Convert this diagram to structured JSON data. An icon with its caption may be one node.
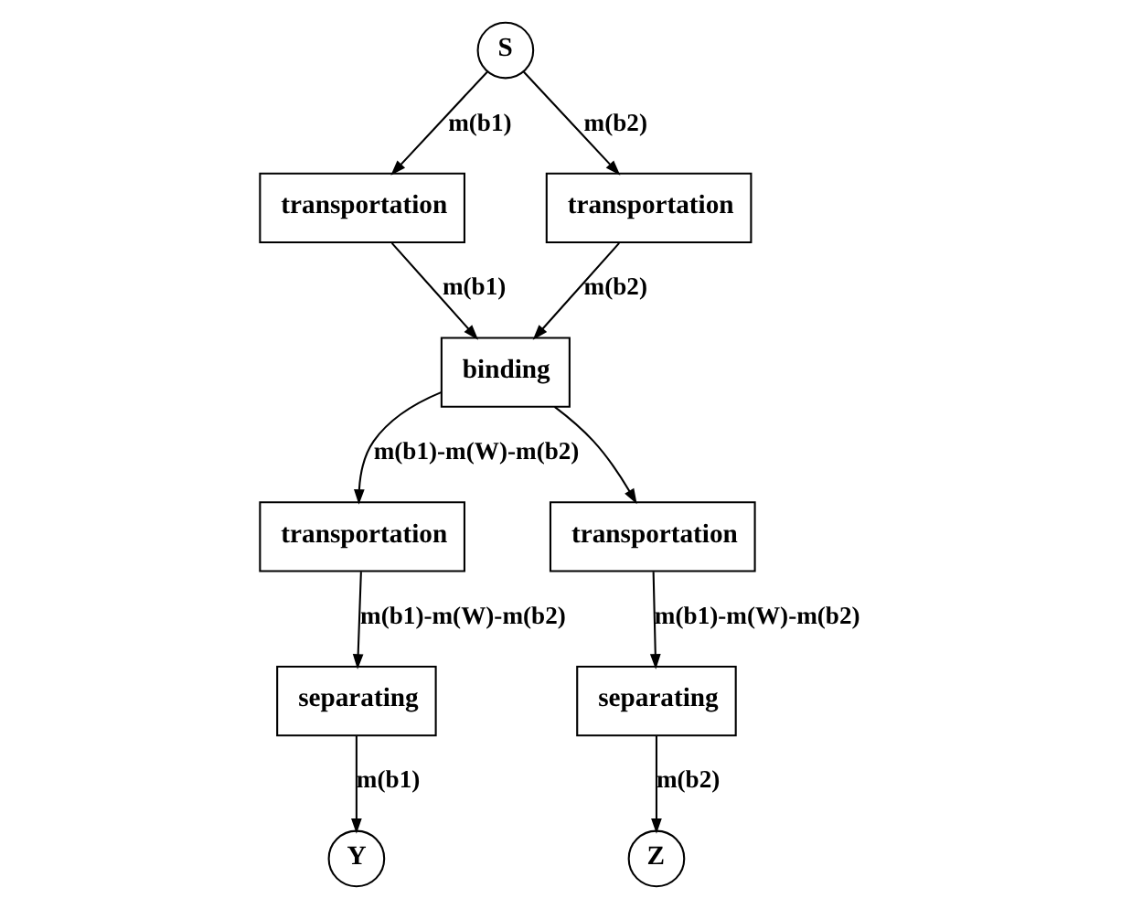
{
  "diagram": {
    "nodes": [
      {
        "text": [
          "S"
        ]
      },
      {
        "text": [
          "transportation"
        ]
      },
      {
        "text": [
          "transportation"
        ]
      },
      {
        "text": [
          "binding"
        ]
      },
      {
        "text": [
          "transportation"
        ]
      },
      {
        "text": [
          "transportation"
        ]
      },
      {
        "text": [
          "separating"
        ]
      },
      {
        "text": [
          "separating"
        ]
      },
      {
        "text": [
          "Y"
        ]
      },
      {
        "text": [
          "Z"
        ]
      }
    ],
    "edges": [
      {
        "from": 0,
        "to": 1,
        "arrow": "to",
        "label": "m(b1)"
      },
      {
        "from": 0,
        "to": 2,
        "arrow": "to",
        "label": "m(b2)"
      },
      {
        "from": 1,
        "to": 3,
        "arrow": "to",
        "label": "m(b1)"
      },
      {
        "from": 2,
        "to": 3,
        "arrow": "to",
        "label": "m(b2)"
      },
      {
        "from": 3,
        "to": 4,
        "arrow": "to",
        "label": "m(b1)-m(W)-m(b2)"
      },
      {
        "from": 3,
        "to": 5,
        "arrow": "to"
      },
      {
        "from": 4,
        "to": 6,
        "arrow": "to",
        "label": "m(b1)-m(W)-m(b2)"
      },
      {
        "from": 5,
        "to": 7,
        "arrow": "to",
        "label": "m(b1)-m(W)-m(b2)"
      },
      {
        "from": 6,
        "to": 8,
        "arrow": "to",
        "label": "m(b1)"
      },
      {
        "from": 7,
        "to": 9,
        "arrow": "to",
        "label": "m(b2)"
      }
    ]
  }
}
